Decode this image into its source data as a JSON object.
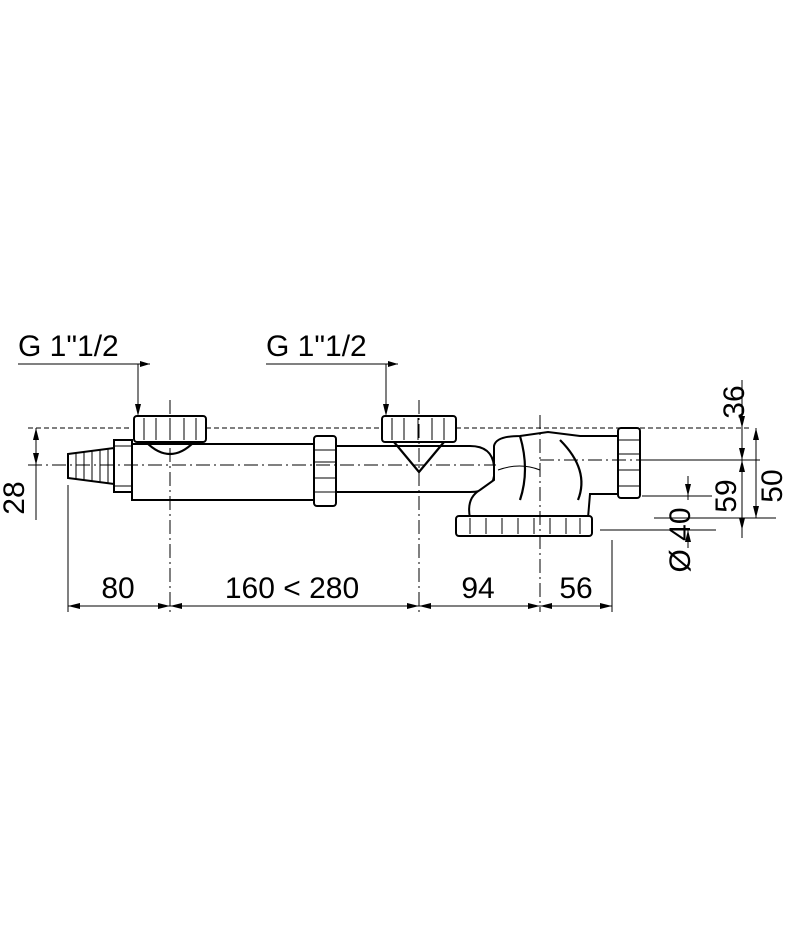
{
  "thread_labels": {
    "left": "G 1\"1/2",
    "middle": "G 1\"1/2"
  },
  "horizontal_dimensions": {
    "d1": "80",
    "d2": "160 < 280",
    "d3": "94",
    "d4": "56"
  },
  "vertical_dimensions": {
    "left_height": "28",
    "top_height": "36",
    "outlet_height": "59",
    "overall_height": "50",
    "diameter": "Ø 40"
  }
}
